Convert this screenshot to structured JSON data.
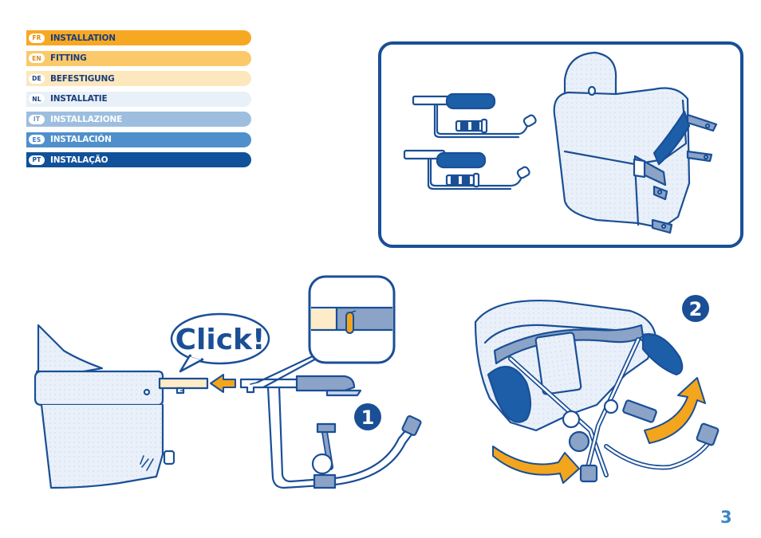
{
  "languages": [
    {
      "code": "FR",
      "label": "INSTALLATION",
      "bg": "#f7a823",
      "code_bg": "#ffffff",
      "code_fg": "#e48a00",
      "text": "#1a3d7c"
    },
    {
      "code": "EN",
      "label": "FITTING",
      "bg": "#fbc96a",
      "code_bg": "#ffffff",
      "code_fg": "#d79020",
      "text": "#1a3d7c"
    },
    {
      "code": "DE",
      "label": "BEFESTIGUNG",
      "bg": "#fde7bd",
      "code_bg": "#ffffff",
      "code_fg": "#1a3d7c",
      "text": "#1a3d7c"
    },
    {
      "code": "NL",
      "label": "INSTALLATIE",
      "bg": "#e8f0f8",
      "code_bg": "#ffffff",
      "code_fg": "#1a3d7c",
      "text": "#1a3d7c"
    },
    {
      "code": "IT",
      "label": "INSTALLAZIONE",
      "bg": "#9dbedf",
      "code_bg": "#ffffff",
      "code_fg": "#6a93c0",
      "text": "#ffffff"
    },
    {
      "code": "ES",
      "label": "INSTALACIÓN",
      "bg": "#4f8fcb",
      "code_bg": "#ffffff",
      "code_fg": "#3f7fbd",
      "text": "#ffffff"
    },
    {
      "code": "PT",
      "label": "INSTALAÇÃO",
      "bg": "#10519a",
      "code_bg": "#ffffff",
      "code_fg": "#10519a",
      "text": "#ffffff"
    }
  ],
  "callout": {
    "text": "Click!"
  },
  "steps": [
    "1",
    "2"
  ],
  "page_number": "3",
  "colors": {
    "outline": "#1a4f96",
    "fabric": "#e6eef8",
    "accent_orange": "#f3a51e",
    "frame_grey": "#8aa3c7"
  }
}
